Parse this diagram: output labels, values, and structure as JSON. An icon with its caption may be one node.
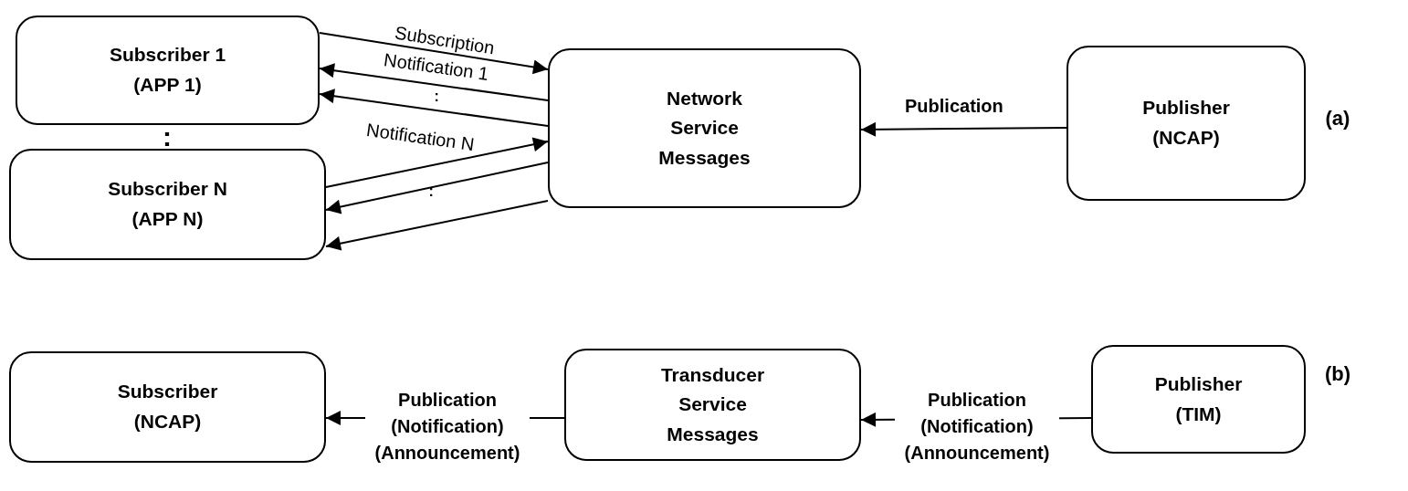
{
  "diagram": {
    "nodes": [
      {
        "text": [
          "Subscriber 1 (APP 1)"
        ]
      },
      {
        "text": [
          "Subscriber N (APP N)"
        ]
      },
      {
        "text": [
          "Network Service Messages"
        ]
      },
      {
        "text": [
          "Publisher (NCAP)"
        ]
      },
      {
        "text": [
          "Subscriber (NCAP)"
        ]
      },
      {
        "text": [
          "Transducer Service Messages"
        ]
      },
      {
        "text": [
          "Publisher (TIM)"
        ]
      }
    ],
    "edges": [
      {
        "from": 0,
        "to": 2,
        "arrow": "to",
        "label": "Subscription"
      },
      {
        "from": 2,
        "to": 0,
        "arrow": "to",
        "label": "Notification 1"
      },
      {
        "from": 2,
        "to": 0,
        "arrow": "to",
        "label": "Notification N"
      },
      {
        "from": 1,
        "to": 2,
        "arrow": "to"
      },
      {
        "from": 2,
        "to": 1,
        "arrow": "to"
      },
      {
        "from": 2,
        "to": 1,
        "arrow": "to"
      },
      {
        "from": 3,
        "to": 2,
        "arrow": "to",
        "label": "Publication"
      },
      {
        "from": 5,
        "to": 4,
        "arrow": "to",
        "label": "Publication (Notification) (Announcement)"
      },
      {
        "from": 6,
        "to": 5,
        "arrow": "to",
        "label": "Publication (Notification) (Announcement)"
      }
    ],
    "labels": [
      ":",
      ":",
      ":",
      "(a)",
      "(b)"
    ]
  }
}
